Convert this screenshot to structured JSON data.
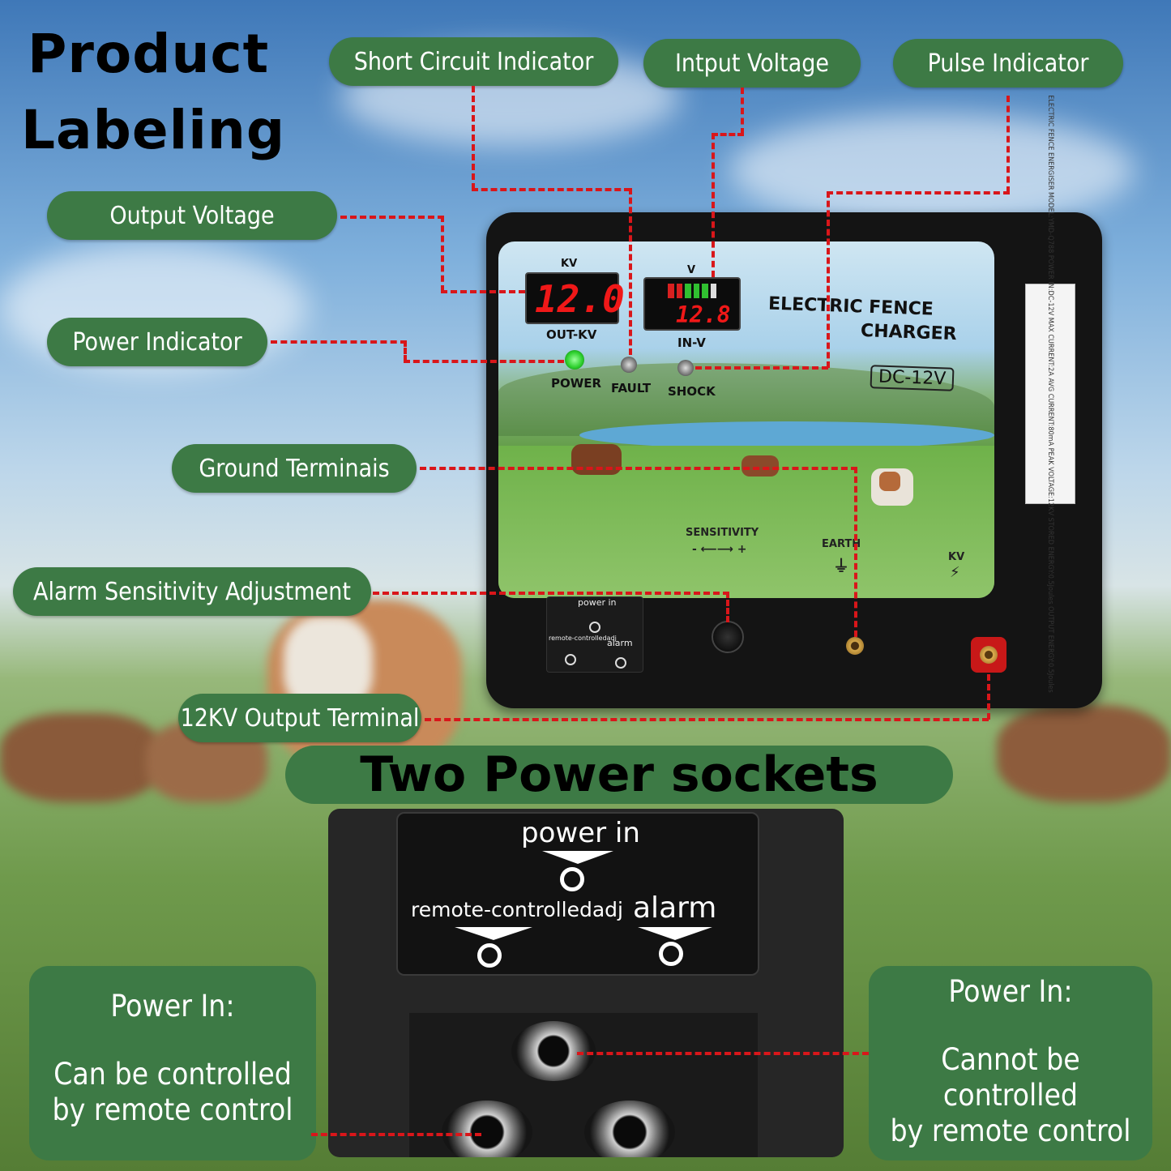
{
  "title": {
    "line1": "Product",
    "line2": "Labeling"
  },
  "labels": {
    "short_circuit": "Short Circuit Indicator",
    "input_voltage": "Intput Voltage",
    "pulse": "Pulse Indicator",
    "output_voltage": "Output Voltage",
    "power_indicator": "Power Indicator",
    "ground": "Ground Terminais",
    "alarm_sensitivity": "Alarm Sensitivity Adjustment",
    "output_terminal": "12KV Output Terminal"
  },
  "device": {
    "kv_label": "KV",
    "kv_value": "12.0",
    "out_kv": "OUT-KV",
    "v_label": "V",
    "v_value": "12.8",
    "in_v": "IN-V",
    "power": "POWER",
    "fault": "FAULT",
    "shock": "SHOCK",
    "title_line1": "ELECTRIC FENCE",
    "title_line2": "CHARGER",
    "dc": "DC-12V",
    "sensitivity": "SENSITIVITY",
    "sens_scale": "- ⟵⟶ +",
    "earth": "EARTH",
    "kv_terminal": "KV",
    "socket_power_in": "power in",
    "socket_remote": "remote-controlledadj",
    "socket_alarm": "alarm",
    "sticker_text": "ELECTRIC FENCE ENERGISER MODEL:YMD-Q788 POWER IN:DC-12V MAX CURRENT:2A AVG CURRENT:80mA PEAK VOLTAGE:12KV STORED ENERGY:0.5Joules OUTPUT ENERGY:0.5Joules"
  },
  "section_title": "Two Power sockets",
  "closeup": {
    "power_in": "power in",
    "remote": "remote-controlledadj",
    "alarm": "alarm"
  },
  "left_box": {
    "heading": "Power In:",
    "line1": "Can be controlled",
    "line2": "by remote control"
  },
  "right_box": {
    "heading": "Power In:",
    "line1": "Cannot be",
    "line2": "controlled",
    "line3": "by remote control"
  },
  "colors": {
    "label_green": "#3d7a45",
    "leader_red": "#d9161a",
    "display_red": "#f01818",
    "led_green": "#2ed12e"
  }
}
